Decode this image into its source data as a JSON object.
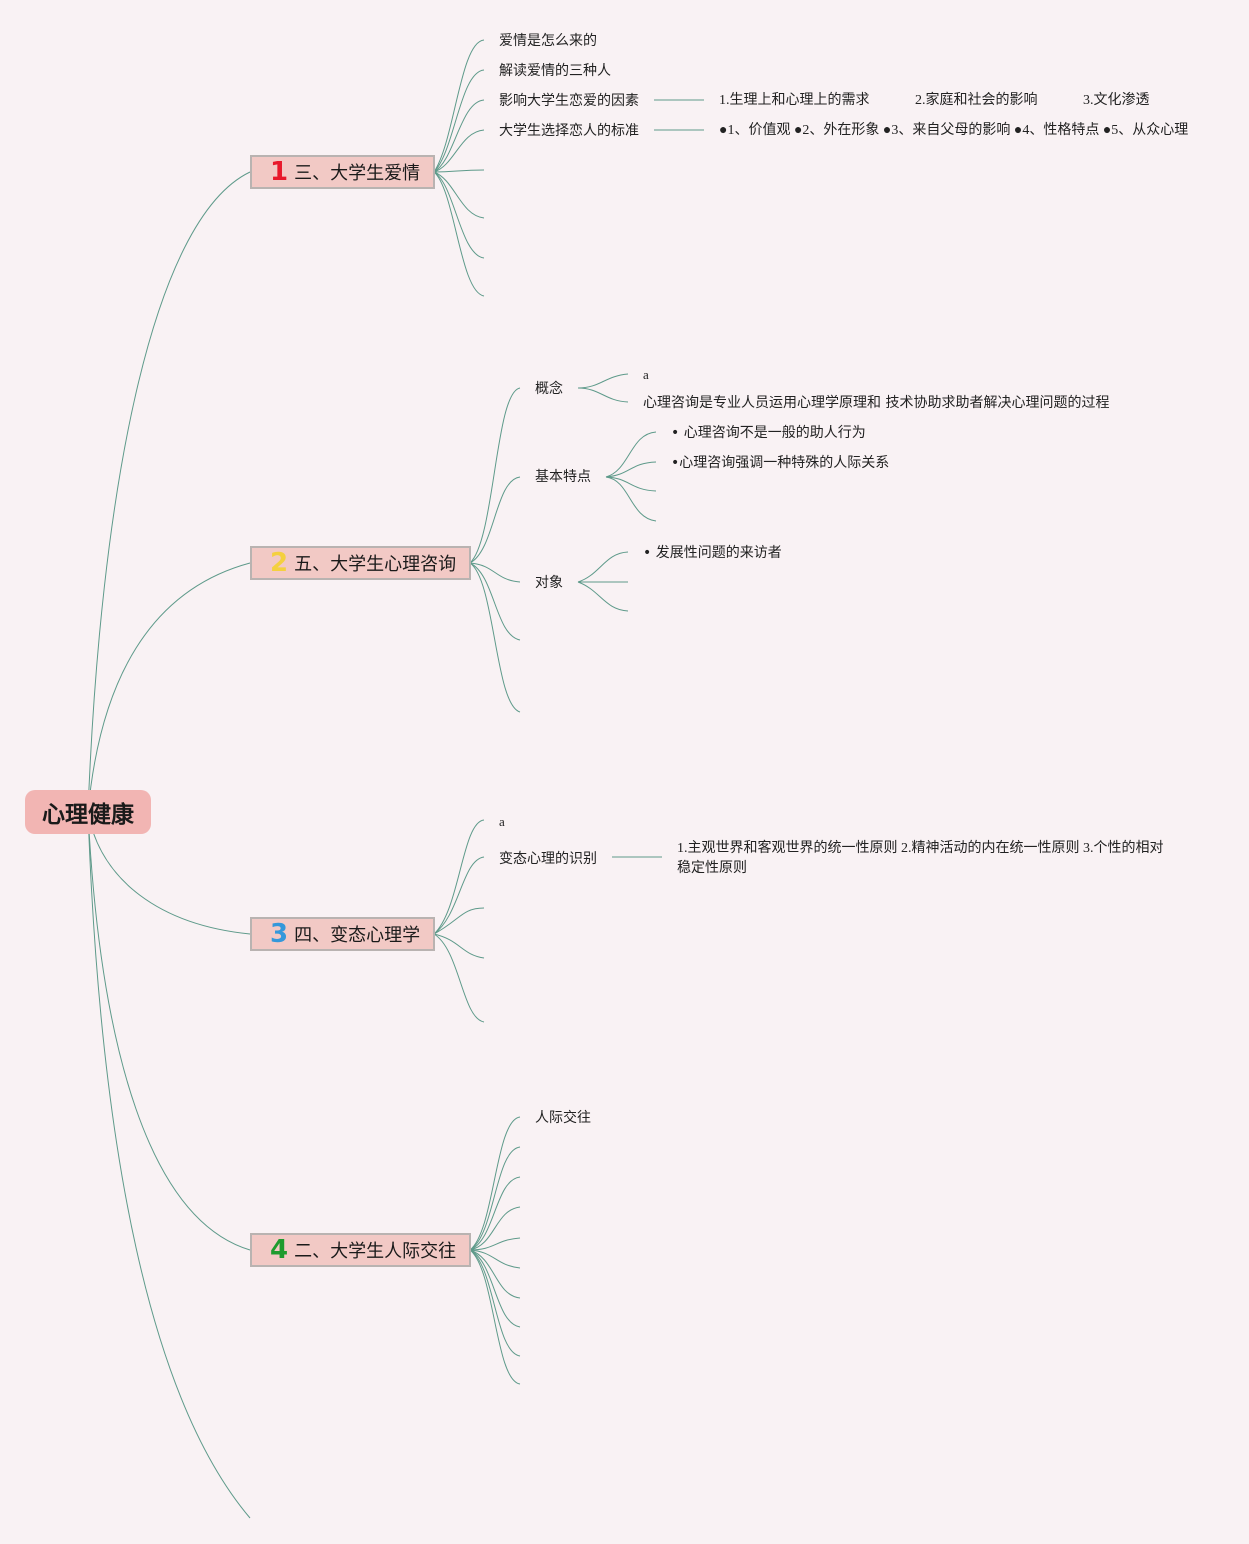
{
  "root": {
    "label": "心理健康"
  },
  "colors": {
    "line": "#5e9a8a",
    "root_bg": "#f2b5b3",
    "topic_bg": "#f2c9c5",
    "num1": "#e8192c",
    "num2": "#f4d03f",
    "num3": "#3498db",
    "num4": "#1e9b2e"
  },
  "topics": [
    {
      "num": "1",
      "label": "三、大学生爱情",
      "children": [
        {
          "label": "爱情是怎么来的"
        },
        {
          "label": "解读爱情的三种人"
        },
        {
          "label": "影响大学生恋爱的因素",
          "details": [
            "1.生理上和心理上的需求",
            "2.家庭和社会的影响",
            "3.文化渗透"
          ]
        },
        {
          "label": "大学生选择恋人的标准",
          "detail": "●1、价值观 ●2、外在形象 ●3、来自父母的影响 ●4、性格特点 ●5、从众心理"
        }
      ]
    },
    {
      "num": "2",
      "label": "五、大学生心理咨询",
      "children": [
        {
          "label": "概念",
          "items": [
            "a",
            "心理咨询是专业人员运用心理学原理和 技术协助求助者解决心理问题的过程"
          ]
        },
        {
          "label": "基本特点",
          "items": [
            "• 心理咨询不是一般的助人行为",
            "•心理咨询强调一种特殊的人际关系"
          ]
        },
        {
          "label": "对象",
          "items": [
            "• 发展性问题的来访者"
          ]
        }
      ]
    },
    {
      "num": "3",
      "label": "四、变态心理学",
      "children": [
        {
          "label": "a"
        },
        {
          "label": "变态心理的识别",
          "detail": "1.主观世界和客观世界的统一性原则 2.精神活动的内在统一性原则 3.个性的相对稳定性原则"
        }
      ]
    },
    {
      "num": "4",
      "label": "二、大学生人际交往",
      "children": [
        {
          "label": "人际交往"
        }
      ]
    }
  ]
}
